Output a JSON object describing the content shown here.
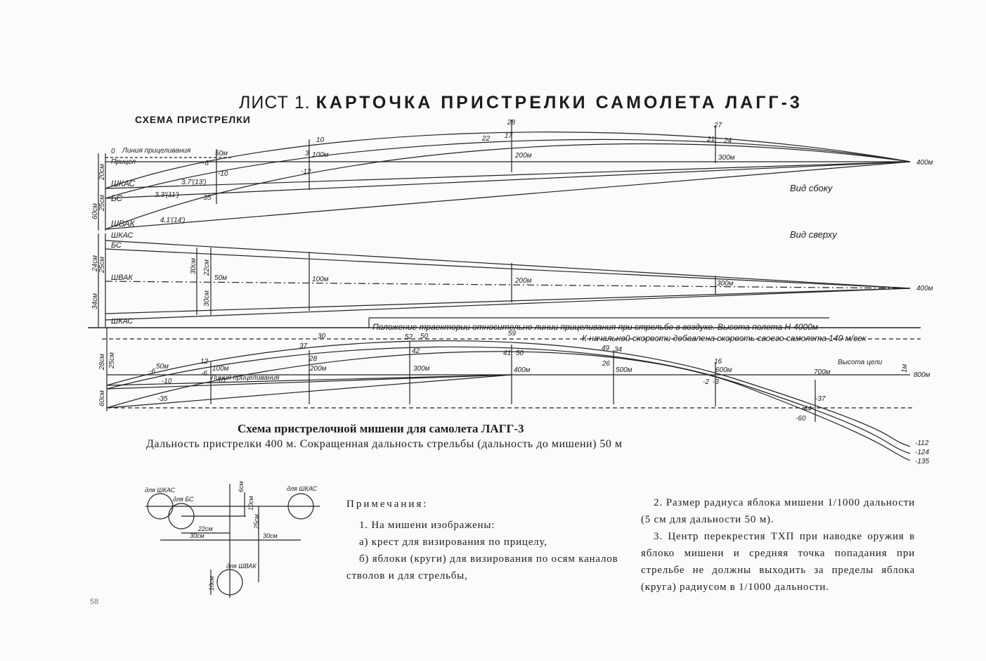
{
  "title": {
    "lead": "ЛИСТ 1.",
    "main": "КАРТОЧКА ПРИСТРЕЛКИ САМОЛЕТА ЛАГГ-3"
  },
  "subtitle": "СХЕМА ПРИСТРЕЛКИ",
  "side_view": {
    "label": "Вид сбоку",
    "weapons": [
      "ШКАС",
      "БС",
      "ШВАК"
    ],
    "sight_line_label": "Линия прицеливания",
    "sight_label": "Прицел",
    "zero": "0",
    "angles": [
      "3.7'(13')",
      "3.3'(11')",
      "4.1'(14')"
    ],
    "dims": [
      "20см",
      "25см",
      "60см"
    ],
    "distances": [
      "50м",
      "100м",
      "200м",
      "300м",
      "400м"
    ],
    "values": [
      "10",
      "28",
      "27",
      "22",
      "17",
      "21",
      "24",
      "-6",
      "-10",
      "-12",
      "-35",
      "3"
    ]
  },
  "top_view": {
    "label": "Вид сверху",
    "weapons": [
      "БС",
      "ШВАК",
      "ШКАС"
    ],
    "dims": [
      "24см",
      "25см",
      "34см",
      "30см",
      "22см",
      "30см"
    ],
    "distances": [
      "50м",
      "100м",
      "200м",
      "300м",
      "400м"
    ]
  },
  "air_view": {
    "note1": "Положение траектории относительно линии прицеливания при стрельбе в воздухе. Высота полета Н-4000м",
    "note2": "К начальной скорости добавлена скорость своего самолета 140 м/сек",
    "sight_line_label": "Линия прицеливания",
    "target_height": "Высота цели",
    "dims": [
      "28см",
      "25см",
      "60см",
      "1м"
    ],
    "distances": [
      "50м",
      "100м",
      "200м",
      "300м",
      "400м",
      "500м",
      "600м",
      "700м",
      "800м"
    ],
    "values": [
      "-6",
      "-10",
      "-35",
      "12",
      "-6",
      "-10",
      "28",
      "37",
      "30",
      "42",
      "52",
      "50",
      "41",
      "59",
      "50",
      "49",
      "34",
      "26",
      "16",
      "-2",
      "-3",
      "-37",
      "-44",
      "-60",
      "-112",
      "-124",
      "-135"
    ]
  },
  "caption_title": "Схема пристрелочной мишени для самолета ЛАГГ-3",
  "caption_text": "Дальность пристрелки 400 м. Сокращенная дальность стрельбы (дальность до мишени) 50 м",
  "target": {
    "labels": [
      "для ШКАС",
      "для БС",
      "для ШКАС",
      "для ШВАК"
    ],
    "dims": [
      "6см",
      "10см",
      "22см",
      "25см",
      "30см",
      "30см",
      "10см"
    ]
  },
  "notes": {
    "heading": "Примечания:",
    "items": [
      "1. На мишени изображены:",
      "а) крест для визирования по прицелу,",
      "б) яблоки (круги) для визирования по осям каналов стволов и для стрельбы,",
      "2. Размер радиуса яблока мишени 1/1000 дальности (5 см для дальности 50 м).",
      "3. Центр перекрестия ТХП при наводке оружия в яблоко мишени и средняя точка попадания при стрельбе не должны выходить за пределы яблока (круга) радиусом в 1/1000 дальности."
    ]
  },
  "page_num": "58"
}
